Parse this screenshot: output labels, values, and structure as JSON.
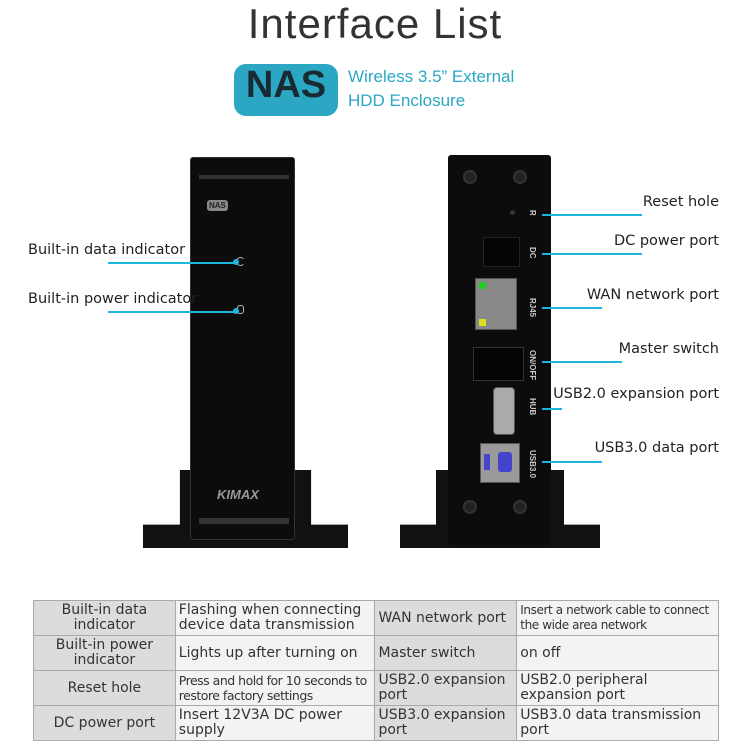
{
  "title": "Interface List",
  "badge": {
    "label": "NAS",
    "line1": "Wireless 3.5” External",
    "line2": "HDD Enclosure",
    "color": "#2ba7c4"
  },
  "device_front": {
    "brand": "KIMAX",
    "mini_badge": "NAS"
  },
  "device_back": {
    "port_labels": [
      "R",
      "DC",
      "RJ45",
      "ON/OFF",
      "HUB",
      "USB3.0"
    ]
  },
  "left_labels": [
    "Built-in data indicator",
    "Built-in power indicator"
  ],
  "right_labels": [
    "Reset hole",
    "DC power port",
    "WAN network port",
    "Master switch",
    "USB2.0 expansion port",
    "USB3.0 data port"
  ],
  "table": [
    [
      "Built-in data indicator",
      "Flashing when connecting device data transmission",
      "WAN network port",
      "Insert a network cable to connect the wide area network"
    ],
    [
      "Built-in power indicator",
      "Lights up after turning on",
      "Master switch",
      "on off"
    ],
    [
      "Reset hole",
      "Press and hold for 10 seconds to restore factory settings",
      "USB2.0 expansion port",
      "USB2.0 peripheral expansion port"
    ],
    [
      "DC power port",
      "Insert 12V3A DC power supply",
      "USB3.0 expansion port",
      "USB3.0 data transmission port"
    ]
  ],
  "accent_color": "#1fb5dc"
}
